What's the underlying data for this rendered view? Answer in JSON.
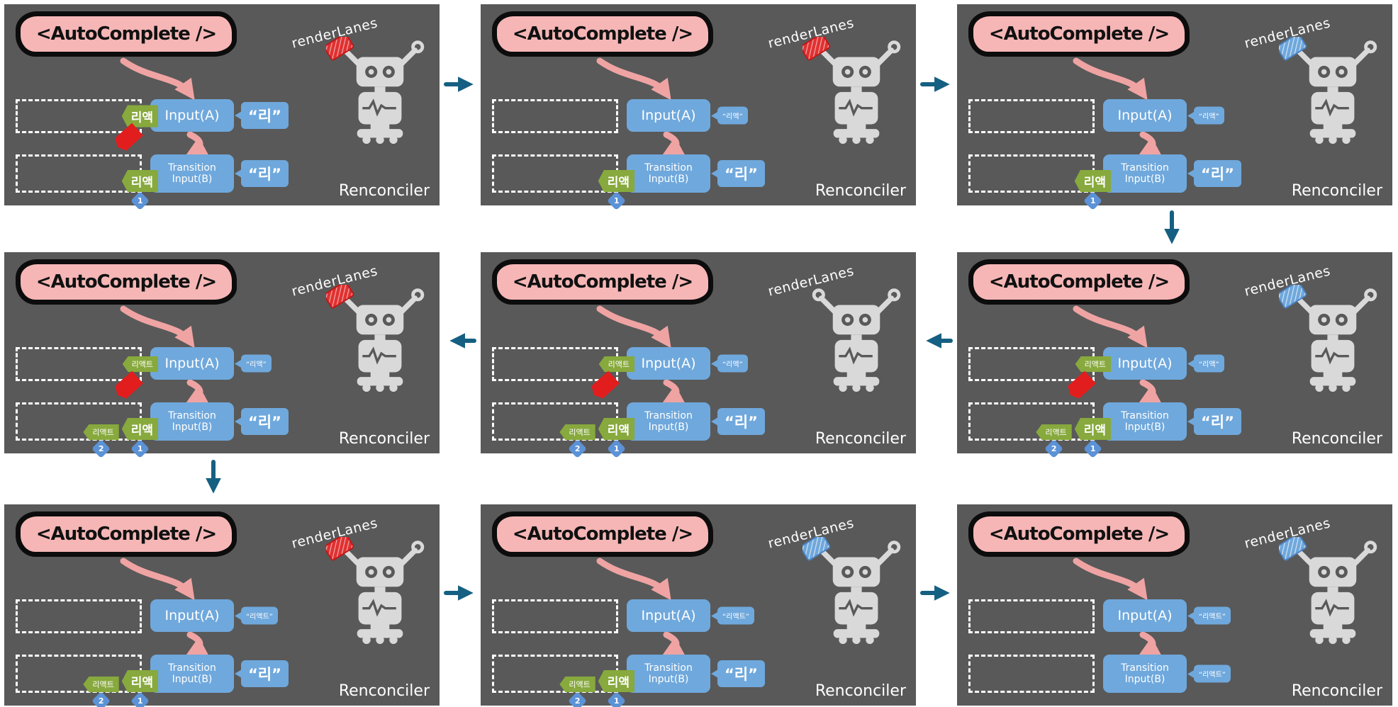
{
  "colors": {
    "panel_bg": "#595959",
    "component_fill": "#f6b6b6",
    "component_border": "#0c0c0c",
    "input_box_blue": "#6fa8dc",
    "green_tag": "#87a93d",
    "red_tag": "#e21d1d",
    "lane_diamond_blue": "#5c92d6",
    "flow_arrow": "#156082",
    "pink_arrow": "#f0a3a3",
    "robot_gray": "#d9d9d9"
  },
  "labels": {
    "component": "<AutoComplete />",
    "render_lanes": "renderLanes",
    "reconciler": "Renconciler",
    "input_a": "Input(A)",
    "input_b_line1": "Transition",
    "input_b_line2": "Input(B)"
  },
  "panels": [
    {
      "value_a": "“리”",
      "value_a_size": "lg",
      "value_b": "“리”",
      "value_b_size": "lg",
      "queue_a_tags": [
        {
          "t": "리액",
          "s": "lg"
        }
      ],
      "queue_a_red": true,
      "queue_b_tags": [
        {
          "t": "리액",
          "s": "lg"
        }
      ],
      "queue_b_lanes": [
        "1"
      ],
      "robot_holds": "red"
    },
    {
      "value_a": "“리액”",
      "value_a_size": "sm",
      "value_b": "“리”",
      "value_b_size": "lg",
      "queue_a_tags": [],
      "queue_a_red": false,
      "queue_b_tags": [
        {
          "t": "리액",
          "s": "lg"
        }
      ],
      "queue_b_lanes": [
        "1"
      ],
      "robot_holds": "red"
    },
    {
      "value_a": "“리액”",
      "value_a_size": "sm",
      "value_b": "“리”",
      "value_b_size": "lg",
      "queue_a_tags": [],
      "queue_a_red": false,
      "queue_b_tags": [
        {
          "t": "리액",
          "s": "lg"
        }
      ],
      "queue_b_lanes": [
        "1"
      ],
      "robot_holds": "blue"
    },
    {
      "value_a": "“리액”",
      "value_a_size": "sm",
      "value_b": "“리”",
      "value_b_size": "lg",
      "queue_a_tags": [
        {
          "t": "리액트",
          "s": "sm"
        }
      ],
      "queue_a_red": true,
      "queue_b_tags": [
        {
          "t": "리액트",
          "s": "sm"
        },
        {
          "t": "리액",
          "s": "lg"
        }
      ],
      "queue_b_lanes": [
        "2",
        "1"
      ],
      "robot_holds": "red"
    },
    {
      "value_a": "“리액”",
      "value_a_size": "sm",
      "value_b": "“리”",
      "value_b_size": "lg",
      "queue_a_tags": [
        {
          "t": "리액트",
          "s": "sm"
        }
      ],
      "queue_a_red": true,
      "queue_b_tags": [
        {
          "t": "리액트",
          "s": "sm"
        },
        {
          "t": "리액",
          "s": "lg"
        }
      ],
      "queue_b_lanes": [
        "2",
        "1"
      ],
      "robot_holds": "none"
    },
    {
      "value_a": "“리액”",
      "value_a_size": "sm",
      "value_b": "“리”",
      "value_b_size": "lg",
      "queue_a_tags": [
        {
          "t": "리액트",
          "s": "sm"
        }
      ],
      "queue_a_red": true,
      "queue_b_tags": [
        {
          "t": "리액트",
          "s": "sm"
        },
        {
          "t": "리액",
          "s": "lg"
        }
      ],
      "queue_b_lanes": [
        "2",
        "1"
      ],
      "robot_holds": "blue"
    },
    {
      "value_a": "“리액트”",
      "value_a_size": "sm",
      "value_b": "“리”",
      "value_b_size": "lg",
      "queue_a_tags": [],
      "queue_a_red": false,
      "queue_b_tags": [
        {
          "t": "리액트",
          "s": "sm"
        },
        {
          "t": "리액",
          "s": "lg"
        }
      ],
      "queue_b_lanes": [
        "2",
        "1"
      ],
      "robot_holds": "red"
    },
    {
      "value_a": "“리액트”",
      "value_a_size": "sm",
      "value_b": "“리”",
      "value_b_size": "lg",
      "queue_a_tags": [],
      "queue_a_red": false,
      "queue_b_tags": [
        {
          "t": "리액트",
          "s": "sm"
        },
        {
          "t": "리액",
          "s": "lg"
        }
      ],
      "queue_b_lanes": [
        "2",
        "1"
      ],
      "robot_holds": "blue"
    },
    {
      "value_a": "“리액트”",
      "value_a_size": "sm",
      "value_b": "“리액트”",
      "value_b_size": "sm",
      "queue_a_tags": [],
      "queue_a_red": false,
      "queue_b_tags": [],
      "queue_b_lanes": [],
      "robot_holds": "blue"
    }
  ],
  "flow_arrows": [
    {
      "direction": "right",
      "between": "panel-1-to-2"
    },
    {
      "direction": "right",
      "between": "panel-2-to-3"
    },
    {
      "direction": "down",
      "between": "panel-3-to-6"
    },
    {
      "direction": "left",
      "between": "panel-6-to-5"
    },
    {
      "direction": "left",
      "between": "panel-5-to-4"
    },
    {
      "direction": "down",
      "between": "panel-4-to-7"
    },
    {
      "direction": "right",
      "between": "panel-7-to-8"
    },
    {
      "direction": "right",
      "between": "panel-8-to-9"
    }
  ]
}
